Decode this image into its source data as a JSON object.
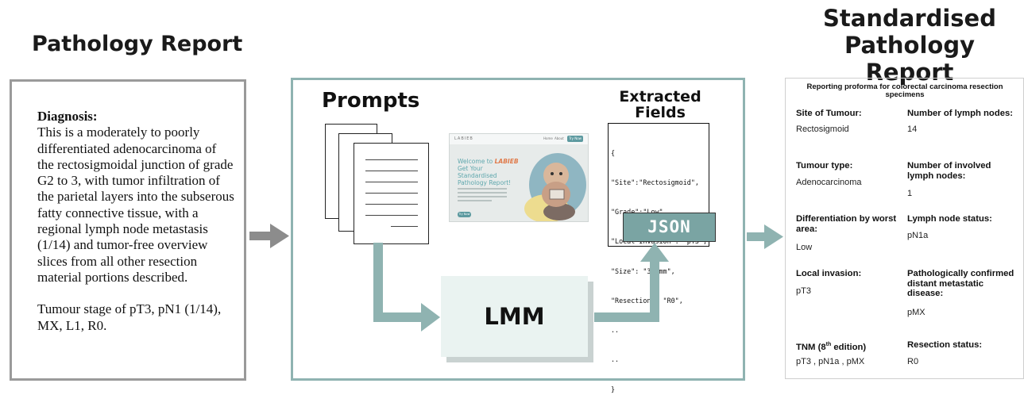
{
  "headings": {
    "left": "Pathology Report",
    "right_line1": "Standardised",
    "right_line2": "Pathology Report"
  },
  "report": {
    "diagnosis_label": "Diagnosis:",
    "diagnosis_text": "This is a moderately to poorly differentiated adenocarcinoma of the rectosigmoidal junction of grade G2 to 3, with tumor infiltration of the parietal layers into the subserous fatty connective tissue, with a regional lymph node metastasis (1/14) and tumor-free overview slices from all other resection material portions described.",
    "stage_text": "Tumour stage of pT3, pN1 (1/14), MX, L1, R0."
  },
  "pipeline": {
    "prompts_title": "Prompts",
    "extracted_title_line1": "Extracted",
    "extracted_title_line2": "Fields",
    "lmm_label": "LMM",
    "json_badge": "JSON",
    "json_lines": [
      "{",
      "\"Site\":\"Rectosigmoid\",",
      "\"Grade\":\"Low\",",
      "\"Local Invasion\": \"pT3\",",
      "\"Size\": \"35 mm\",",
      "\"Resection\": \"R0\",",
      "..",
      "..",
      "}"
    ]
  },
  "screenshot": {
    "logo": "LABIEB",
    "nav_1": "Home",
    "nav_2": "About",
    "nav_button": "Try Now",
    "welcome": "Welcome to",
    "brand": "LABIEB",
    "line2": "Get Your",
    "line3": "Standardised",
    "line4": "Pathology Report!",
    "button": "Try Now"
  },
  "proforma": {
    "title": "Reporting proforma for colorectal carcinoma resection specimens",
    "fields": [
      {
        "label": "Site of Tumour:",
        "value": "Rectosigmoid"
      },
      {
        "label": "Number of lymph nodes:",
        "value": "14"
      },
      {
        "label": "Tumour type:",
        "value": "Adenocarcinoma"
      },
      {
        "label": "Number of involved lymph nodes:",
        "value": "1"
      },
      {
        "label": "Differentiation by worst area:",
        "value": "Low"
      },
      {
        "label": "Lymph node status:",
        "value": "pN1a"
      },
      {
        "label": "Local invasion:",
        "value": "pT3"
      },
      {
        "label": "Pathologically confirmed distant metastatic disease:",
        "value": "pMX"
      },
      {
        "label_prefix": "TNM (8",
        "label_sup": "th",
        "label_suffix": " edition)",
        "value": "pT3 , pN1a , pMX"
      },
      {
        "label": "Resection status:",
        "value": "R0"
      }
    ]
  },
  "colors": {
    "teal": "#8fb3b1",
    "arrow_gray": "#8c8c8c",
    "badge": "#7aa4a3"
  }
}
